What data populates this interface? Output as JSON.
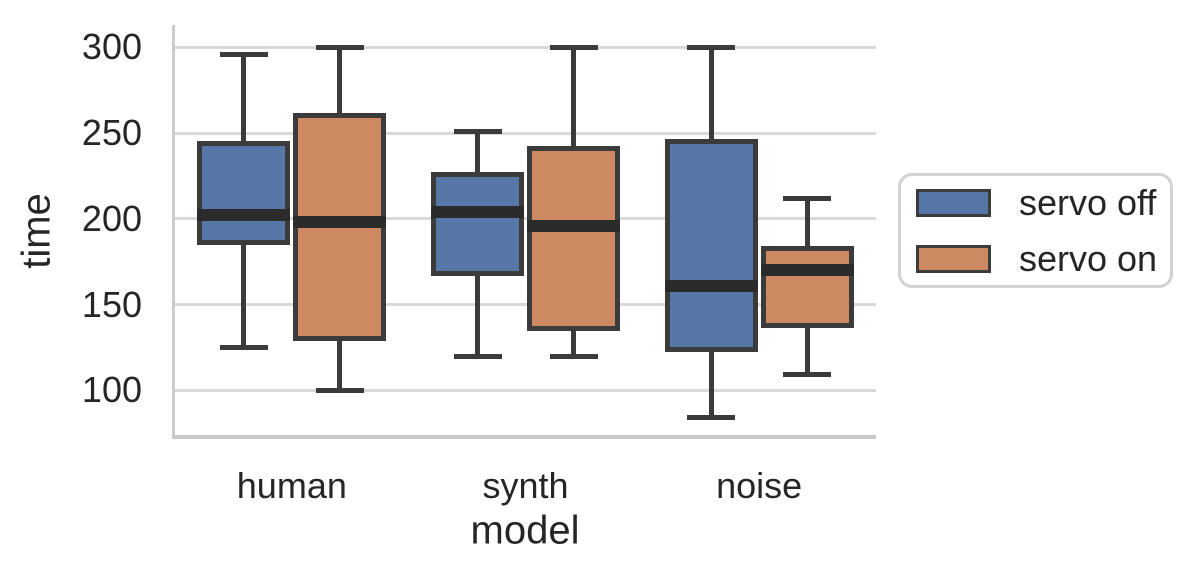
{
  "figure": {
    "background": "#ffffff"
  },
  "chart_data": {
    "type": "boxplot",
    "title": "",
    "xlabel": "model",
    "ylabel": "time",
    "categories": [
      "human",
      "synth",
      "noise"
    ],
    "yticks": [
      100,
      150,
      200,
      250,
      300
    ],
    "ylim": [
      74,
      313
    ],
    "grid": true,
    "legend_position": "right-outside",
    "style": {
      "box_edge_color": "#3b3b3b",
      "median_color": "#2b2b2b",
      "grid_color": "#d9d9d9",
      "spine_color": "#c9c9c9",
      "text_color": "#262626"
    },
    "series": [
      {
        "name": "servo off",
        "color": "#5777a8",
        "boxes": [
          {
            "category": "human",
            "whisker_low": 125,
            "q1": 186,
            "median": 202,
            "q3": 244,
            "whisker_high": 296
          },
          {
            "category": "synth",
            "whisker_low": 120,
            "q1": 168,
            "median": 204,
            "q3": 226,
            "whisker_high": 251
          },
          {
            "category": "noise",
            "whisker_low": 84,
            "q1": 124,
            "median": 161,
            "q3": 245,
            "whisker_high": 300
          }
        ]
      },
      {
        "name": "servo on",
        "color": "#cd8a62",
        "boxes": [
          {
            "category": "human",
            "whisker_low": 100,
            "q1": 130,
            "median": 198,
            "q3": 260,
            "whisker_high": 300
          },
          {
            "category": "synth",
            "whisker_low": 120,
            "q1": 136,
            "median": 196,
            "q3": 241,
            "whisker_high": 300
          },
          {
            "category": "noise",
            "whisker_low": 109,
            "q1": 138,
            "median": 170,
            "q3": 183,
            "whisker_high": 212
          }
        ]
      }
    ]
  },
  "legend": {
    "items": [
      {
        "label": "servo off"
      },
      {
        "label": "servo on"
      }
    ]
  }
}
